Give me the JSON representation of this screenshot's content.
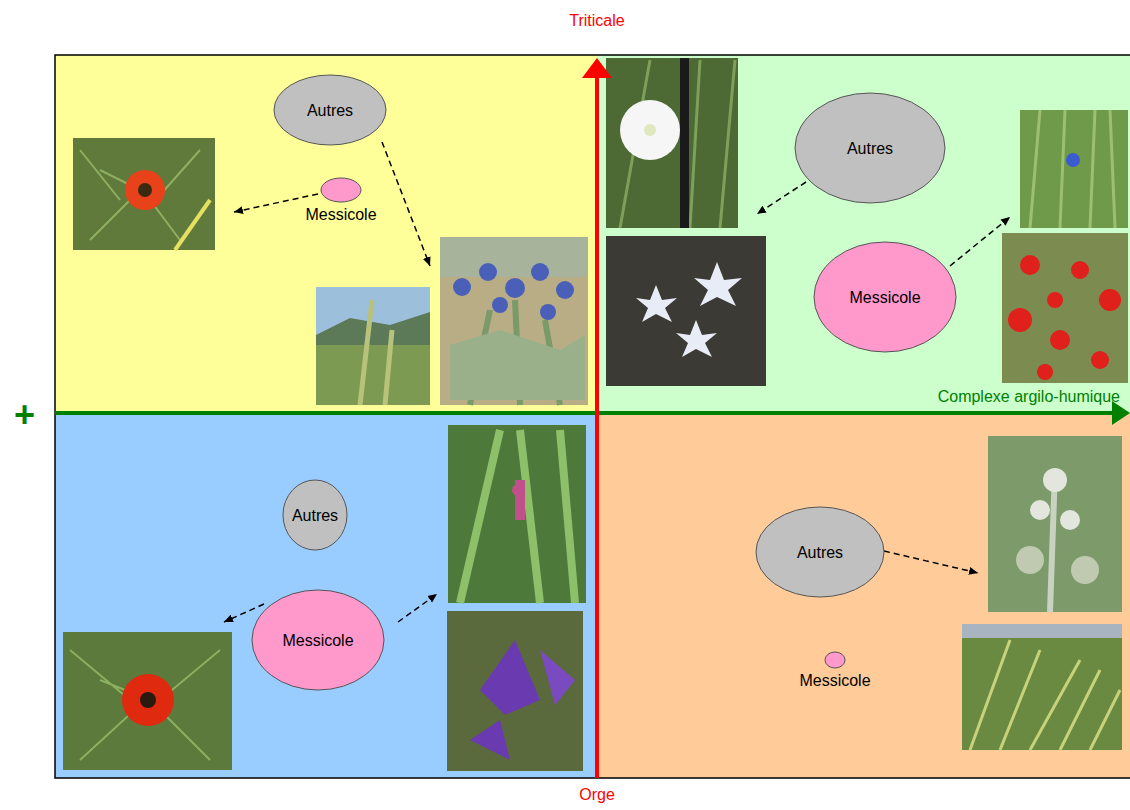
{
  "diagram": {
    "nodes": [
      {
        "text": [
          "Autres"
        ]
      },
      {
        "text": [
          "Messicole"
        ]
      },
      {
        "text": [
          "Autres"
        ]
      },
      {
        "text": [
          "Messicole"
        ]
      },
      {
        "text": [
          "Autres"
        ]
      },
      {
        "text": [
          "Messicole"
        ]
      },
      {
        "text": [
          "Autres"
        ]
      },
      {
        "text": [
          "Messicole"
        ]
      }
    ],
    "labels": [
      "Triticale",
      "Complexe argilo-humique",
      "+",
      "Orge"
    ]
  }
}
